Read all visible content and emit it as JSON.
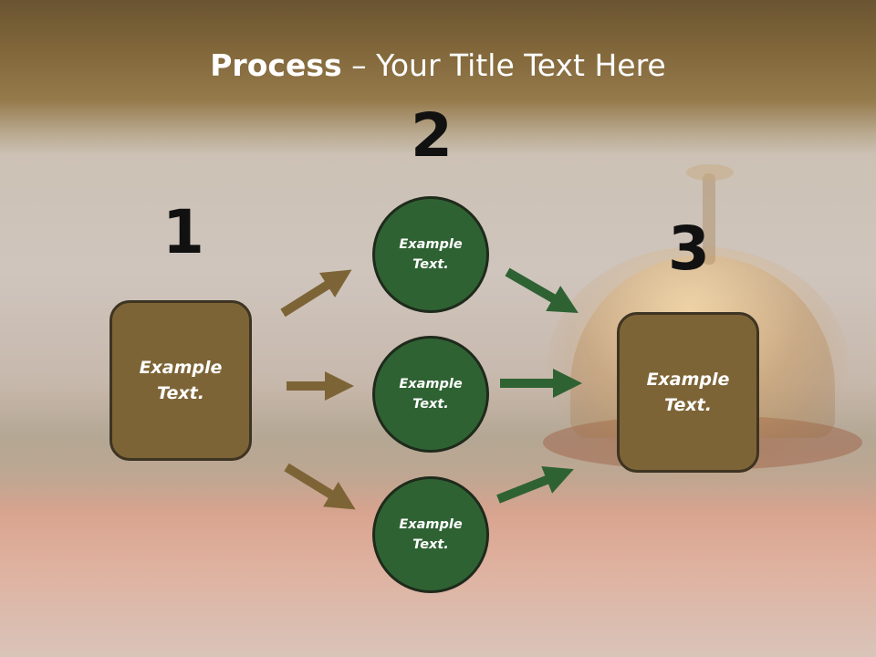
{
  "title": {
    "bold": "Process",
    "rest": " – Your Title Text Here"
  },
  "steps": {
    "n1": "1",
    "n2": "2",
    "n3": "3"
  },
  "left_box": "Example Text.",
  "circles": [
    "Example Text.",
    "Example Text.",
    "Example Text."
  ],
  "right_box": "Example Text.",
  "colors": {
    "box": "#7d6436",
    "circle": "#2f6233",
    "arrow_brown": "#7d6436",
    "arrow_green": "#2f6233"
  }
}
